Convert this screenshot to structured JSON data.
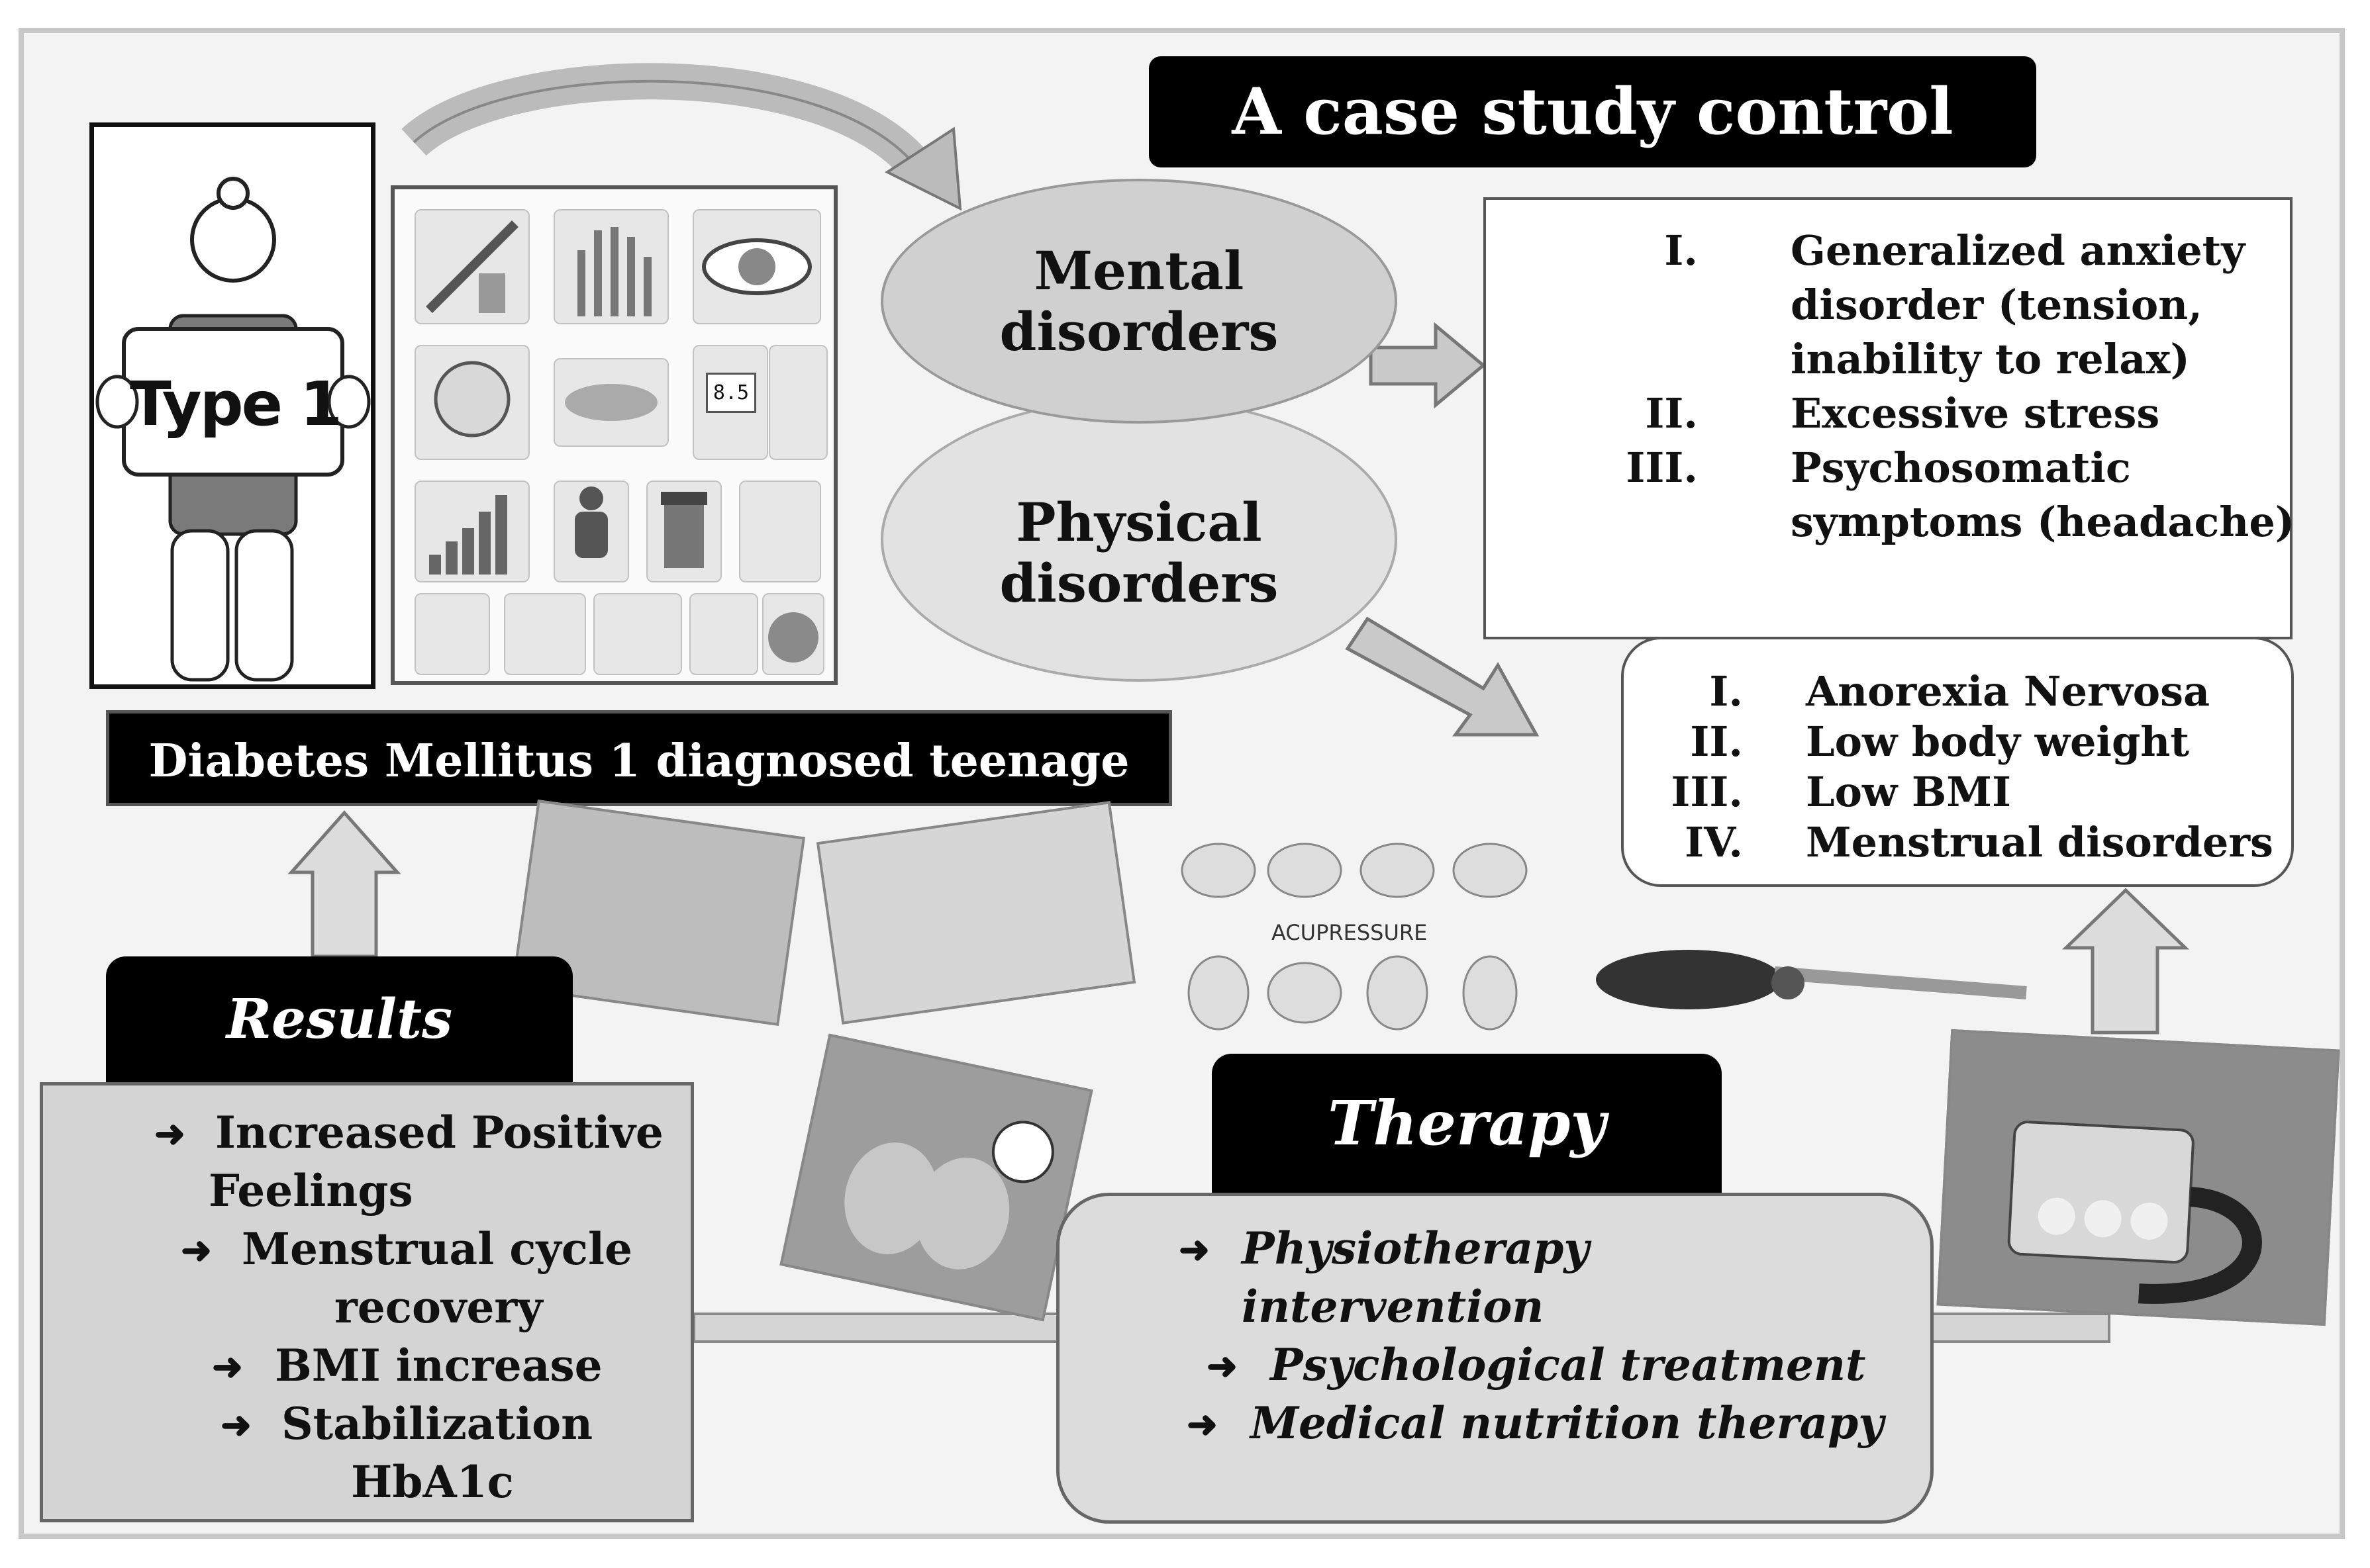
{
  "title": "A case study control",
  "type_label": "Type 1",
  "mental_label": [
    "Mental",
    "disorders"
  ],
  "physical_label": [
    "Physical",
    "disorders"
  ],
  "mental_list": [
    {
      "num": "I.",
      "lines": [
        "Generalized anxiety",
        "disorder (tension,",
        "inability to relax)"
      ]
    },
    {
      "num": "II.",
      "lines": [
        "Excessive stress"
      ]
    },
    {
      "num": "III.",
      "lines": [
        "Psychosomatic",
        "symptoms (headache)"
      ]
    }
  ],
  "physical_list": [
    {
      "num": "I.",
      "text": "Anorexia Nervosa"
    },
    {
      "num": "II.",
      "text": "Low body weight"
    },
    {
      "num": "III.",
      "text": "Low BMI"
    },
    {
      "num": "IV.",
      "text": "Menstrual disorders"
    }
  ],
  "diagnosis_label": "Diabetes Mellitus 1 diagnosed teenage",
  "results_title": "Results",
  "results": [
    {
      "lines": [
        "Increased Positive",
        "Feelings"
      ]
    },
    {
      "lines": [
        "Menstrual cycle",
        "recovery"
      ]
    },
    {
      "lines": [
        "BMI increase"
      ]
    },
    {
      "lines": [
        "Stabilization",
        "HbA1c"
      ]
    }
  ],
  "therapy_title": "Therapy",
  "therapy": [
    {
      "lines": [
        "Physiotherapy",
        "intervention"
      ]
    },
    {
      "lines": [
        "Psychological treatment"
      ]
    },
    {
      "lines": [
        "Medical nutrition therapy"
      ]
    }
  ],
  "acupressure_label": "ACUPRESSURE",
  "glucometer_reading": "8.5",
  "icons": [
    "syringe-icon",
    "hands-icon",
    "eye-icon",
    "head-icon",
    "pancreas-icon",
    "glucometer-icon",
    "insulin-pen-icon",
    "bar-graph-icon",
    "person-icon",
    "pill-bottle-icon",
    "drink-glass-icon",
    "perfume-icon",
    "woman-glasses-icon",
    "scale-icon",
    "man-icon",
    "apple-icon"
  ],
  "colors": {
    "frame": "#c8c8c8",
    "background": "#f3f3f3",
    "black_box": "#000000",
    "results_box": "#d4d4d4"
  }
}
